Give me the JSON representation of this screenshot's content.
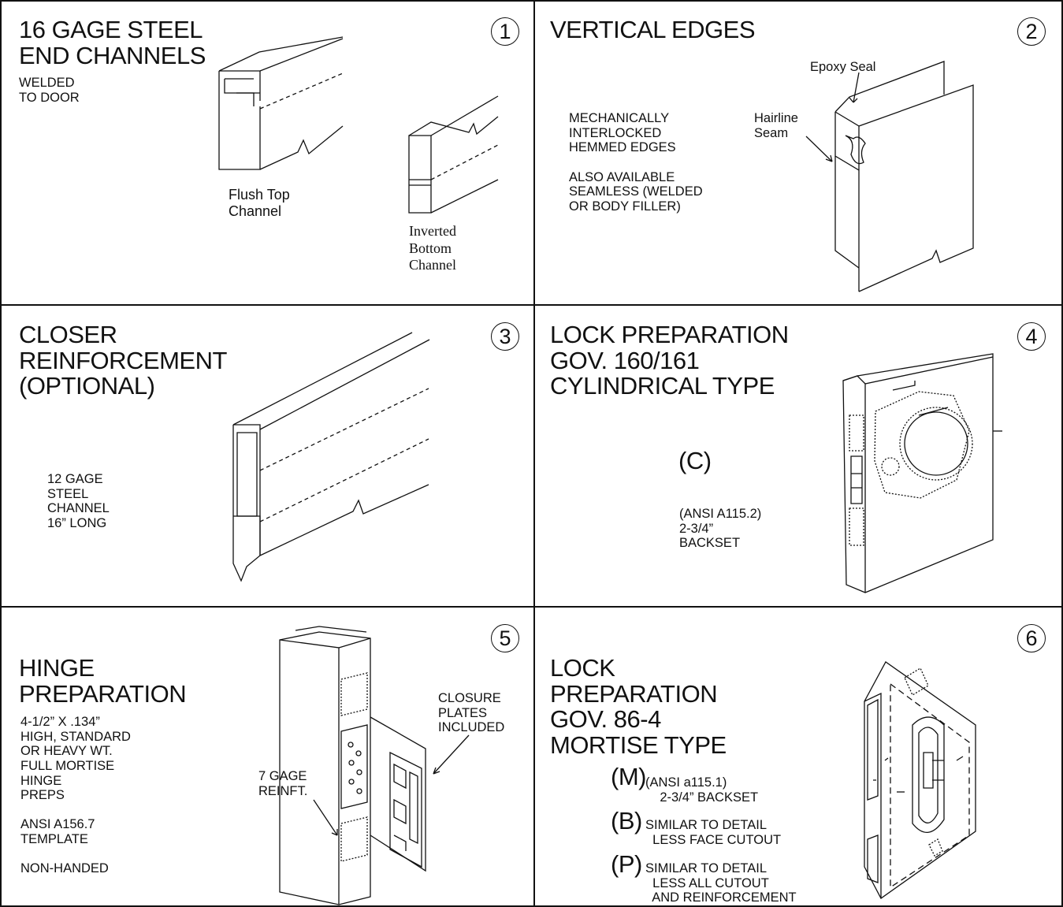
{
  "panels": [
    {
      "number": "1",
      "title": "16 GAGE STEEL\nEND CHANNELS",
      "subtitle": "WELDED\nTO DOOR",
      "labels": [
        "Flush Top\nChannel",
        "Inverted\nBottom\nChannel"
      ]
    },
    {
      "number": "2",
      "title": "VERTICAL EDGES",
      "body": "MECHANICALLY\nINTERLOCKED\nHEMMED EDGES\n\nALSO AVAILABLE\nSEAMLESS (WELDED\nOR BODY FILLER)",
      "labels": [
        "Epoxy Seal",
        "Hairline\nSeam"
      ]
    },
    {
      "number": "3",
      "title": "CLOSER\nREINFORCEMENT\n(OPTIONAL)",
      "body": "12 GAGE\nSTEEL\nCHANNEL\n16” LONG"
    },
    {
      "number": "4",
      "title": "LOCK PREPARATION\nGOV. 160/161\nCYLINDRICAL TYPE",
      "code": "(C)",
      "body": "(ANSI A115.2)\n2-3/4”\nBACKSET"
    },
    {
      "number": "5",
      "title": "HINGE\nPREPARATION",
      "body": "4-1/2” X .134”\nHIGH, STANDARD\nOR HEAVY WT.\nFULL MORTISE\nHINGE\nPREPS\n\nANSI A156.7\nTEMPLATE\n\nNON-HANDED",
      "labels": [
        "CLOSURE\nPLATES\nINCLUDED",
        "7 GAGE\nREINFT."
      ]
    },
    {
      "number": "6",
      "title": "LOCK\nPREPARATION\nGOV. 86-4\nMORTISE TYPE",
      "options": [
        {
          "code": "(M)",
          "text": "(ANSI a115.1)\n    2-3/4” BACKSET"
        },
        {
          "code": "(B)",
          "text": "SIMILAR TO DETAIL\n  LESS FACE CUTOUT"
        },
        {
          "code": "(P)",
          "text": "SIMILAR TO DETAIL\n  LESS ALL CUTOUT\n  AND REINFORCEMENT"
        }
      ]
    }
  ]
}
